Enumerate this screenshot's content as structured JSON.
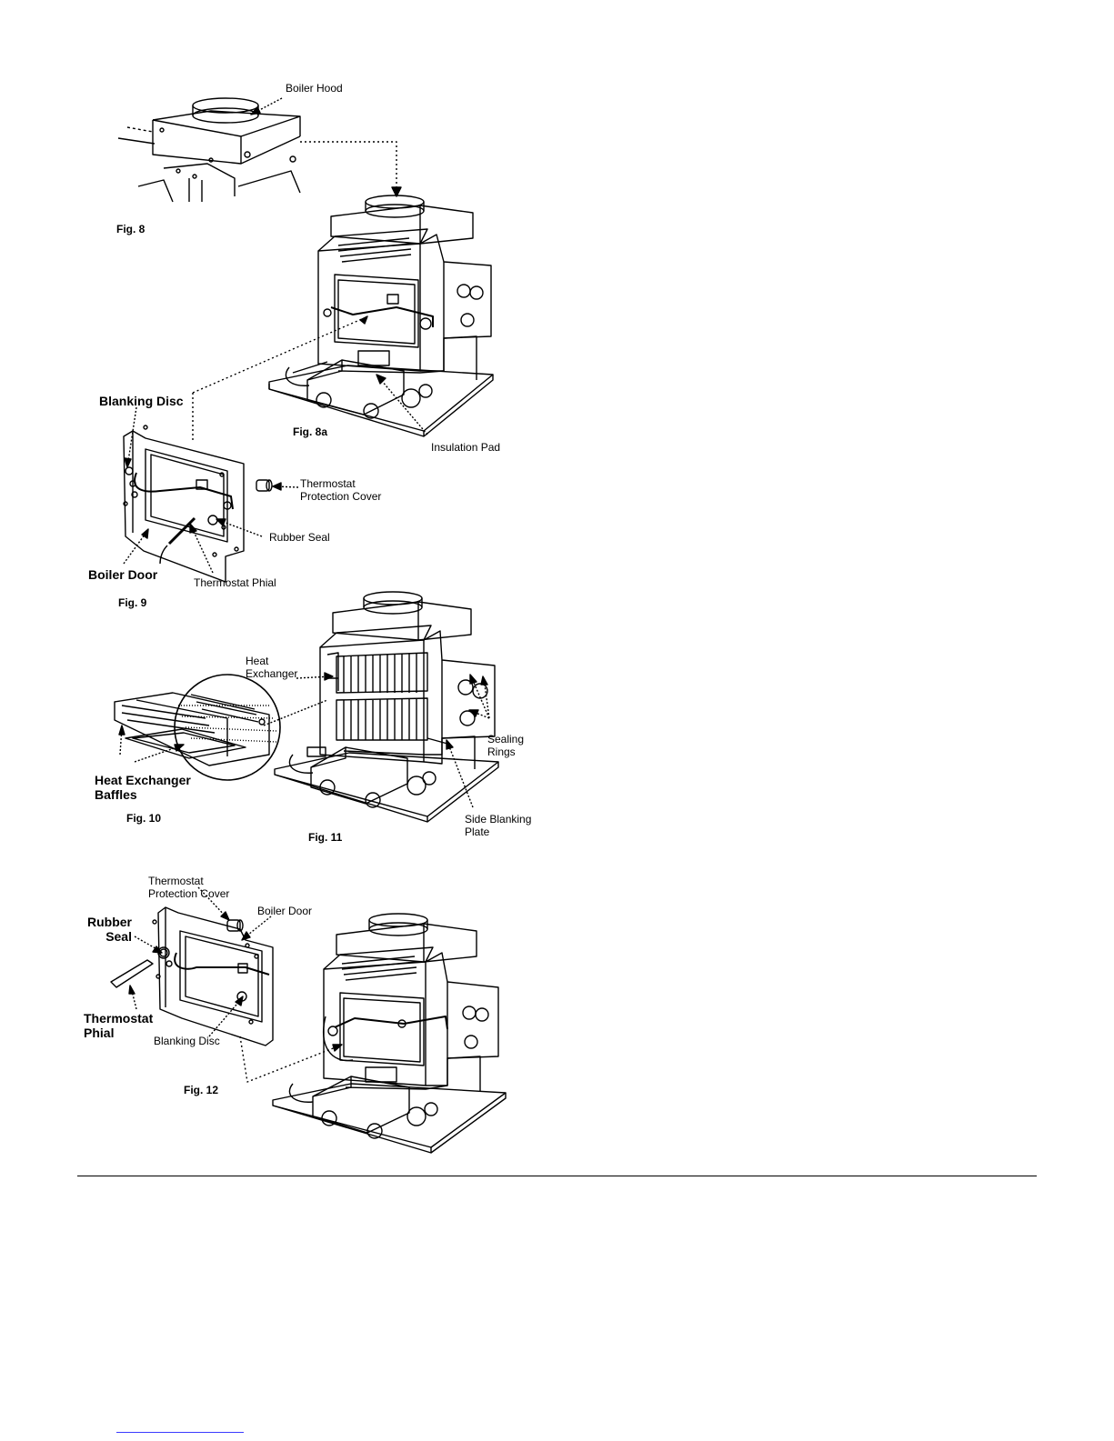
{
  "labels": {
    "boiler_hood": "Boiler Hood",
    "fig8": "Fig. 8",
    "fig8a": "Fig. 8a",
    "blanking_disc_9": "Blanking Disc",
    "insulation_pad": "Insulation Pad",
    "thermostat_protection_cover_9": "Thermostat\nProtection Cover",
    "rubber_seal_9": "Rubber Seal",
    "boiler_door_9": "Boiler Door",
    "thermostat_phial_9": "Thermostat Phial",
    "fig9": "Fig. 9",
    "heat_exchanger": "Heat\nExchanger",
    "sealing_rings": "Sealing\nRings",
    "heat_exchanger_baffles": "Heat Exchanger\nBaffles",
    "fig10": "Fig. 10",
    "fig11": "Fig. 11",
    "side_blanking_plate": "Side Blanking\nPlate",
    "thermostat_protection_cover_12": "Thermostat\nProtection Cover",
    "boiler_door_12": "Boiler Door",
    "rubber_seal_12": "Rubber\nSeal",
    "thermostat_phial_12": "Thermostat\nPhial",
    "blanking_disc_12": "Blanking Disc",
    "fig12": "Fig. 12"
  }
}
